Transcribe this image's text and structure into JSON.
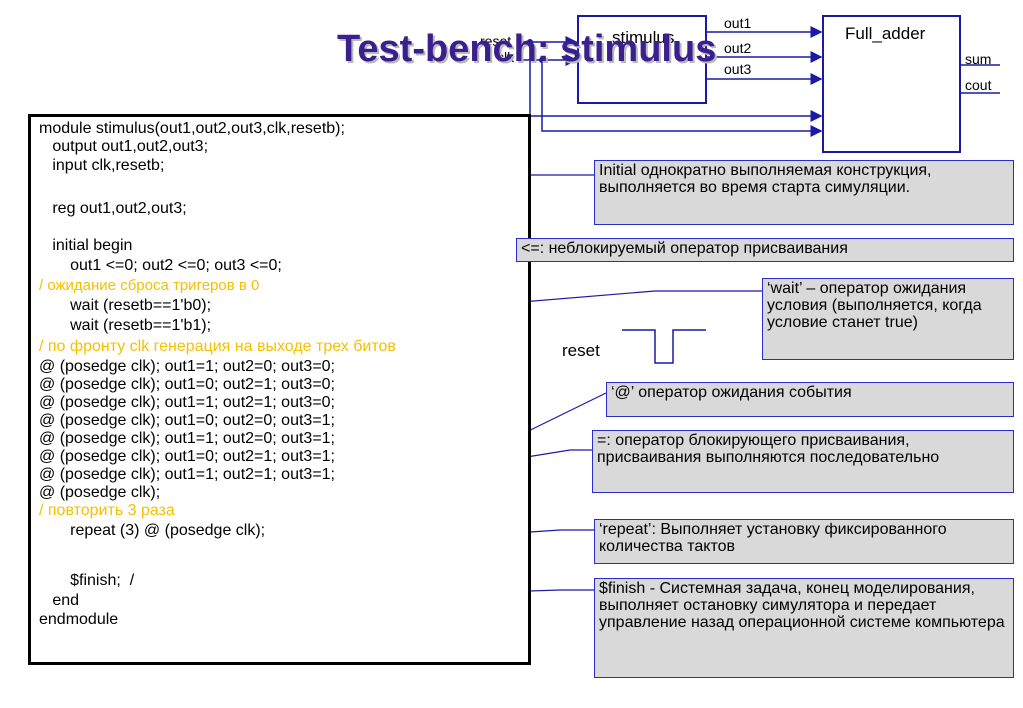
{
  "title": "Test-bench: stimulus",
  "diagram": {
    "stimulus_label": "stimulus",
    "adder_label": "Full_adder",
    "inputs": {
      "reset": "reset",
      "clk": "clk"
    },
    "outputs": {
      "out1": "out1",
      "out2": "out2",
      "out3": "out3"
    },
    "adder_outputs": {
      "sum": "sum",
      "cout": "cout"
    }
  },
  "code": {
    "lines": [
      "module stimulus(out1,out2,out3,clk,resetb);",
      "   output out1,out2,out3;",
      "   input clk,resetb;",
      "",
      "   reg out1,out2,out3;",
      "",
      "   initial begin",
      "       out1 <=0; out2 <=0; out3 <=0;",
      "/ ожидание сброса тригеров в 0",
      "       wait (resetb==1'b0);",
      "       wait (resetb==1'b1);",
      "/ по фронту clk генерация на выходе трех битов",
      "@ (posedge clk); out1=1; out2=0; out3=0;",
      "@ (posedge clk); out1=0; out2=1; out3=0;",
      "@ (posedge clk); out1=1; out2=1; out3=0;",
      "@ (posedge clk); out1=0; out2=0; out3=1;",
      "@ (posedge clk); out1=1; out2=0; out3=1;",
      "@ (posedge clk); out1=0; out2=1; out3=1;",
      "@ (posedge clk); out1=1; out2=1; out3=1;",
      "@ (posedge clk);",
      "/ повторить 3 раза",
      "       repeat (3) @ (posedge clk);",
      "",
      "       $finish;  /",
      "   end",
      "endmodule"
    ],
    "comment_color": "#f5c000"
  },
  "notes": {
    "initial": "Initial однократно выполняемая конструкция, выполняется во время старта симуляции.",
    "nonblocking": "<=: неблокируемый оператор присваивания",
    "wait": "‘wait’ – оператор ожидания условия (выполняется, когда условие станет true)",
    "event": "‘@’ оператор ожидания события",
    "blocking": "=: оператор блокирующего присваивания, присваивания выполняются последовательно",
    "repeat": "‘repeat’: Выполняет установку фиксированного количества тактов",
    "finish": "$finish - Системная задача, конец моделирования, выполняет остановку симулятора и передает управление назад операционной системе компьютера"
  },
  "reset_label": "reset",
  "colors": {
    "title": "#3b1f8c",
    "wire": "#1a1aa6",
    "note_bg": "#d9d9d9",
    "note_border": "#2c2cc8",
    "comment": "#f5c000"
  }
}
